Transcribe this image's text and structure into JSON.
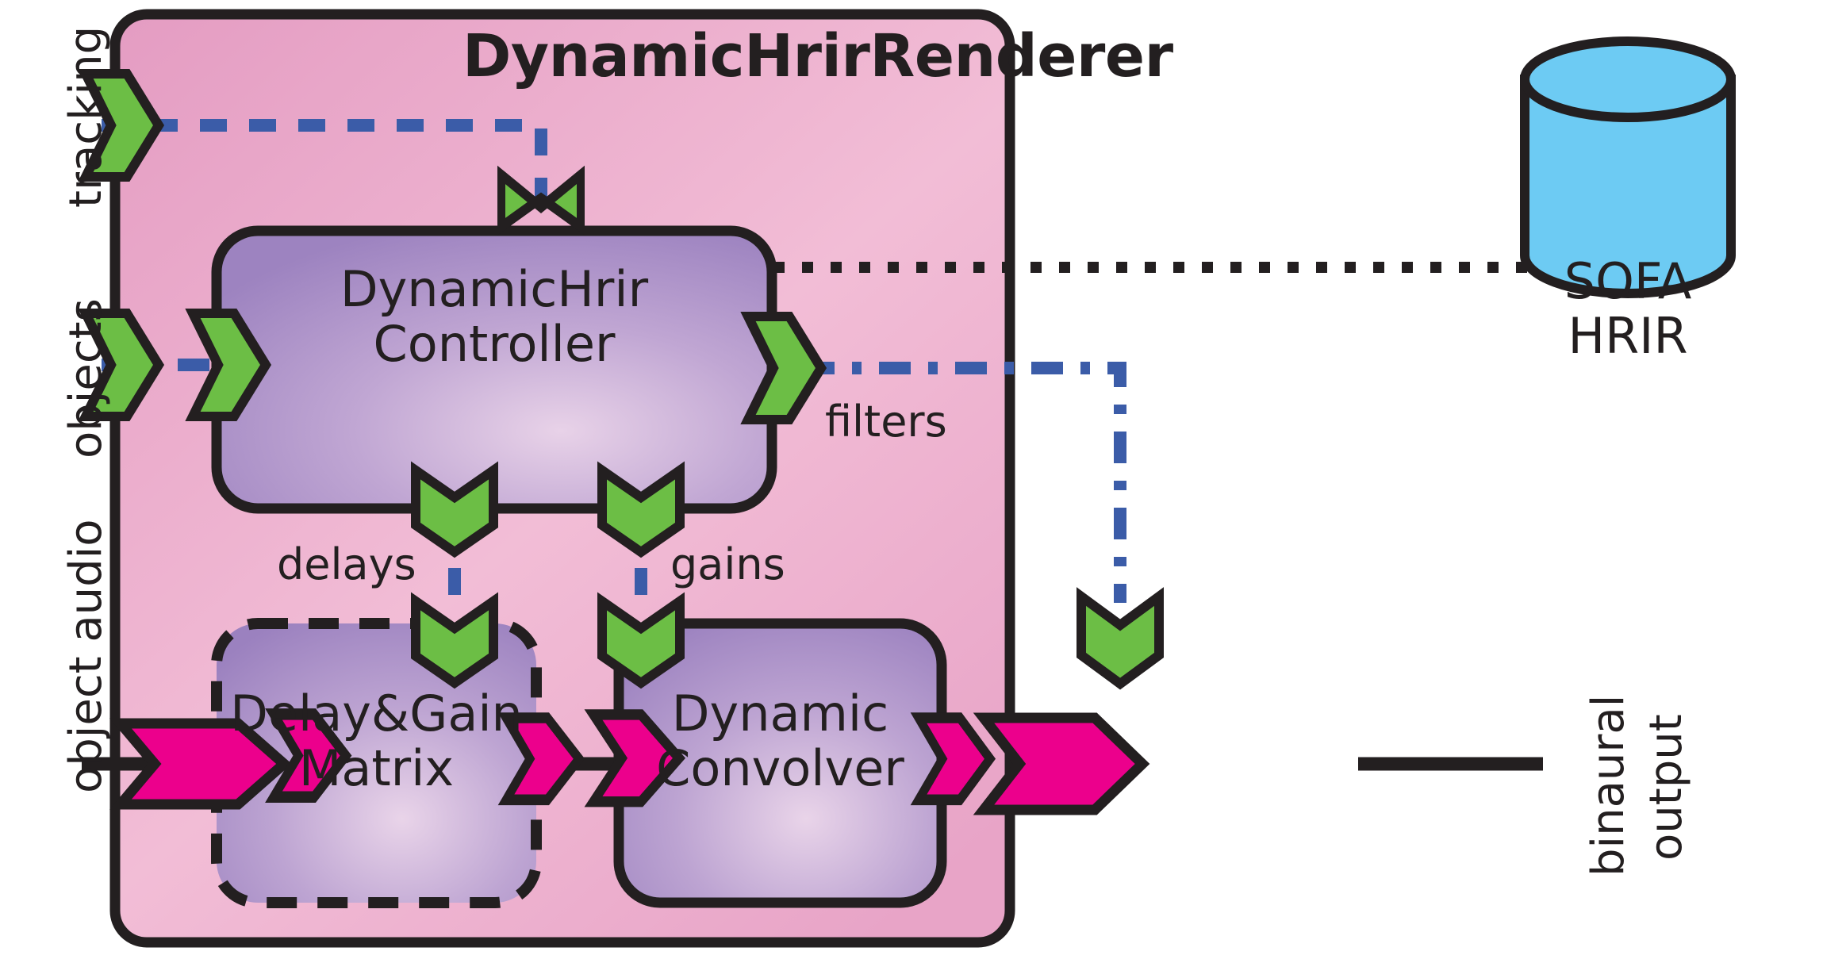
{
  "diagram": {
    "title": "DynamicHrirRenderer",
    "outer_block": {
      "label": "DynamicHrirRenderer",
      "fill_start": "#e79fc4",
      "fill_end": "#f0b9d3",
      "stroke": "#231f20"
    },
    "external_labels": [
      {
        "name": "tracking",
        "text": "tracking",
        "orientation": "vertical"
      },
      {
        "name": "objects",
        "text": "objects",
        "orientation": "vertical"
      },
      {
        "name": "object-audio",
        "text": "object audio",
        "orientation": "vertical"
      },
      {
        "name": "binaural-output-line1",
        "text": "binaural",
        "orientation": "vertical"
      },
      {
        "name": "binaural-output-line2",
        "text": "output",
        "orientation": "vertical"
      }
    ],
    "blocks": [
      {
        "name": "dynamic-hrir-controller",
        "line1": "DynamicHrir",
        "line2": "Controller",
        "border": "solid",
        "fill_start": "#a48ac4",
        "fill_end": "#e6cfe4"
      },
      {
        "name": "delay-and-gain-matrix",
        "line1": "Delay&Gain",
        "line2": "Matrix",
        "border": "dashed",
        "fill_start": "#a48ac4",
        "fill_end": "#e6cfe4"
      },
      {
        "name": "dynamic-convolver",
        "line1": "Dynamic",
        "line2": "Convolver",
        "border": "solid",
        "fill_start": "#a48ac4",
        "fill_end": "#e6cfe4"
      }
    ],
    "datastore": {
      "name": "sofa-hrir-cylinder",
      "line1": "SOFA",
      "line2": "HRIR",
      "fill": "#6dcbf3",
      "stroke": "#231f20"
    },
    "signal_labels": [
      {
        "name": "filters-label",
        "text": "filters"
      },
      {
        "name": "delays-label",
        "text": "delays"
      },
      {
        "name": "gains-label",
        "text": "gains"
      }
    ],
    "colors": {
      "parameter_port_green": "#6cbe45",
      "audio_port_magenta": "#ec008c",
      "parameter_line_blue": "#3b5ca8",
      "audio_line_black": "#231f20",
      "datastore_blue": "#6dcbf3",
      "outer_pink": "#e79fc4",
      "block_purple": "#a48ac4"
    },
    "connections": [
      {
        "name": "tracking-to-controller",
        "style": "dashed",
        "color": "#3b5ca8"
      },
      {
        "name": "objects-to-controller",
        "style": "dash-dot",
        "color": "#3b5ca8"
      },
      {
        "name": "controller-to-sofa",
        "style": "dotted",
        "color": "#231f20"
      },
      {
        "name": "filters-to-convolver",
        "style": "dash-dot",
        "color": "#3b5ca8"
      },
      {
        "name": "delays-to-matrix",
        "style": "dashed",
        "color": "#3b5ca8"
      },
      {
        "name": "gains-to-matrix",
        "style": "dashed",
        "color": "#3b5ca8"
      },
      {
        "name": "audio-in-to-matrix",
        "style": "solid",
        "color": "#231f20"
      },
      {
        "name": "matrix-to-convolver",
        "style": "solid",
        "color": "#231f20"
      },
      {
        "name": "convolver-to-output",
        "style": "solid",
        "color": "#231f20"
      }
    ]
  }
}
